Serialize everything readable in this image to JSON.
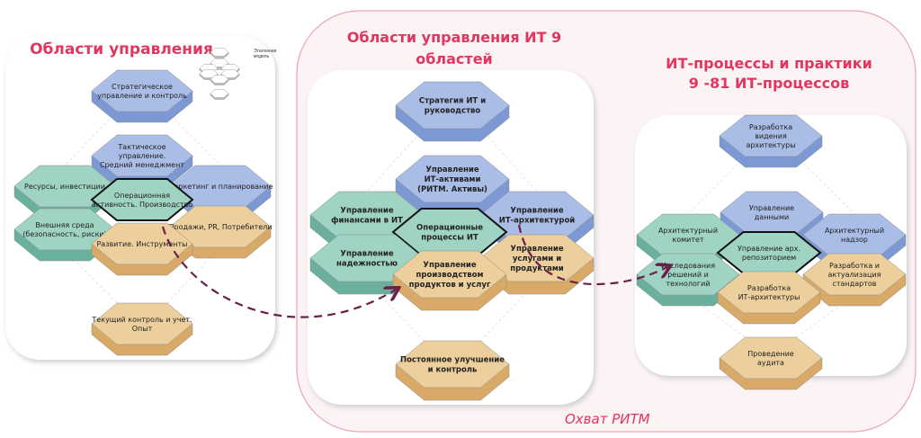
{
  "colors": {
    "blue": "#a9bde6",
    "blue_side": "#7d99d4",
    "green": "#9fd3c4",
    "green_side": "#6bb09d",
    "orange": "#eccf9c",
    "orange_side": "#d9aa67",
    "title": "#e0365f",
    "arrow": "#6b1f48",
    "scope_fill": "#fcf3f5",
    "scope_stroke": "#eba3b5"
  },
  "scope_label": "Охват РИТМ",
  "reference_model_label": "Эталонная модель",
  "panels": [
    {
      "title": [
        "Области управления"
      ],
      "hexes": [
        {
          "label": "Стратегическое\nуправление и контроль",
          "color": "blue"
        },
        {
          "label": "Тактическое\nуправление.\nСредний менеджмент",
          "color": "blue"
        },
        {
          "label": "Ресурсы, инвестиции",
          "color": "green"
        },
        {
          "label": "Маркетинг и планирование",
          "color": "blue"
        },
        {
          "label": "Внешняя среда\n(безопасность, риски)",
          "color": "green"
        },
        {
          "label": "Продажи, PR, Потребители",
          "color": "orange"
        },
        {
          "label": "Развитие. Инструменты",
          "color": "orange"
        },
        {
          "label": "Операционная\nактивность. Производство",
          "color": "green"
        },
        {
          "label": "Текущий контроль и учет.\nОпыт",
          "color": "orange"
        }
      ]
    },
    {
      "title": [
        "Области управления ИТ 9",
        "областей"
      ],
      "hexes": [
        {
          "label": "Стратегия ИТ и\nруководство",
          "color": "blue"
        },
        {
          "label": "Управление\nИТ-активами\n(РИТМ. Активы)",
          "color": "blue"
        },
        {
          "label": "Управление\nфинансами в ИТ",
          "color": "green"
        },
        {
          "label": "Управление\nИТ-архитектурой",
          "color": "blue"
        },
        {
          "label": "Управление\nнадежностью",
          "color": "green"
        },
        {
          "label": "Управление\nуслугами и\nпродуктами",
          "color": "orange"
        },
        {
          "label": "Управление\nпроизводством\nпродуктов и услуг",
          "color": "orange"
        },
        {
          "label": "Операционные\nпроцессы ИТ",
          "color": "green"
        },
        {
          "label": "Постоянное улучшение\nи контроль",
          "color": "orange"
        }
      ]
    },
    {
      "title": [
        "ИТ-процессы и практики",
        "9 -81 ИТ-процессов"
      ],
      "hexes": [
        {
          "label": "Разработка\nвидения\nархитектуры",
          "color": "blue"
        },
        {
          "label": "Управление\nданными",
          "color": "blue"
        },
        {
          "label": "Архитектурный\nкомитет",
          "color": "green"
        },
        {
          "label": "Архитектурный\nнадзор",
          "color": "blue"
        },
        {
          "label": "Исследования\nрешений и\nтехнологий",
          "color": "green"
        },
        {
          "label": "Разработка и\nактуализация\nстандартов",
          "color": "orange"
        },
        {
          "label": "Разработка\nИТ-архитектуры",
          "color": "orange"
        },
        {
          "label": "Управление арх.\nрепозиторием",
          "color": "green"
        },
        {
          "label": "Проведение\nаудита",
          "color": "orange"
        }
      ]
    }
  ]
}
